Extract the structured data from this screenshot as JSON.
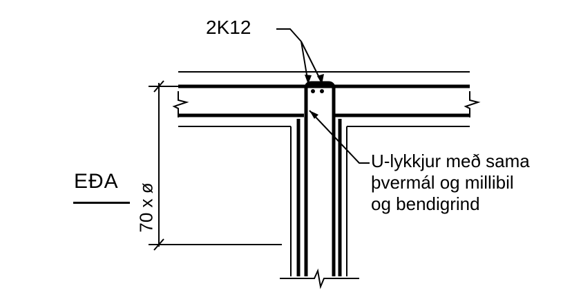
{
  "labels": {
    "side": "EÐA",
    "bar_callout": "2K12",
    "dimension": "70 x ø",
    "note_lines": [
      "U-lykkjur með sama",
      "þvermál og millibil",
      "og bendigrind"
    ]
  },
  "colors": {
    "ink": "#000000",
    "background": "#ffffff"
  }
}
